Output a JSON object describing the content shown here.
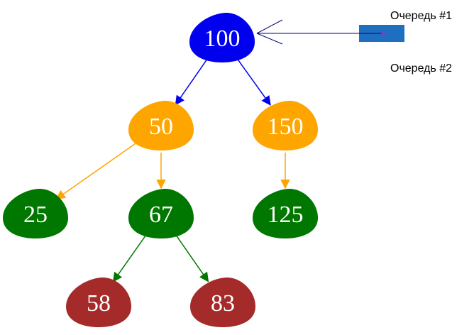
{
  "colors": {
    "root": "#0000ee",
    "level1": "#ffa500",
    "level2": "#007700",
    "level3": "#a52a2a",
    "queue_marker": "#1f6fc0",
    "pointer_line": "#000080",
    "node_text": "#ffffff"
  },
  "nodes": [
    {
      "id": "n100",
      "label": "100",
      "level": "root"
    },
    {
      "id": "n50",
      "label": "50",
      "level": "level1"
    },
    {
      "id": "n150",
      "label": "150",
      "level": "level1"
    },
    {
      "id": "n25",
      "label": "25",
      "level": "level2"
    },
    {
      "id": "n67",
      "label": "67",
      "level": "level2"
    },
    {
      "id": "n125",
      "label": "125",
      "level": "level2"
    },
    {
      "id": "n58",
      "label": "58",
      "level": "level3"
    },
    {
      "id": "n83",
      "label": "83",
      "level": "level3"
    }
  ],
  "edges": [
    {
      "from": "n100",
      "to": "n50",
      "color": "#0000ee"
    },
    {
      "from": "n100",
      "to": "n150",
      "color": "#0000ee"
    },
    {
      "from": "n50",
      "to": "n25",
      "color": "#ffa500"
    },
    {
      "from": "n50",
      "to": "n67",
      "color": "#ffa500"
    },
    {
      "from": "n150",
      "to": "n125",
      "color": "#ffa500"
    },
    {
      "from": "n67",
      "to": "n58",
      "color": "#007700"
    },
    {
      "from": "n67",
      "to": "n83",
      "color": "#007700"
    }
  ],
  "queues": [
    {
      "label": "Очередь #1"
    },
    {
      "label": "Очередь #2"
    }
  ]
}
